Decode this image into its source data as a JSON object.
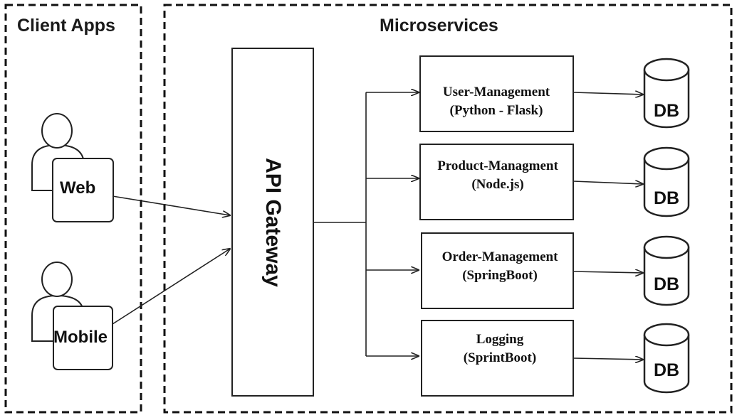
{
  "panels": {
    "client_apps": "Client Apps",
    "microservices": "Microservices"
  },
  "clients": [
    {
      "label": "Web"
    },
    {
      "label": "Mobile"
    }
  ],
  "gateway": {
    "label": "API Gateway"
  },
  "services": [
    {
      "name": "User-Management",
      "tech": "(Python - Flask)"
    },
    {
      "name": "Product-Managment",
      "tech": "(Node.js)"
    },
    {
      "name": "Order-Management",
      "tech": "(SpringBoot)"
    },
    {
      "name": "Logging",
      "tech": "(SprintBoot)"
    }
  ],
  "databases": [
    {
      "label": "DB"
    },
    {
      "label": "DB"
    },
    {
      "label": "DB"
    },
    {
      "label": "DB"
    }
  ]
}
